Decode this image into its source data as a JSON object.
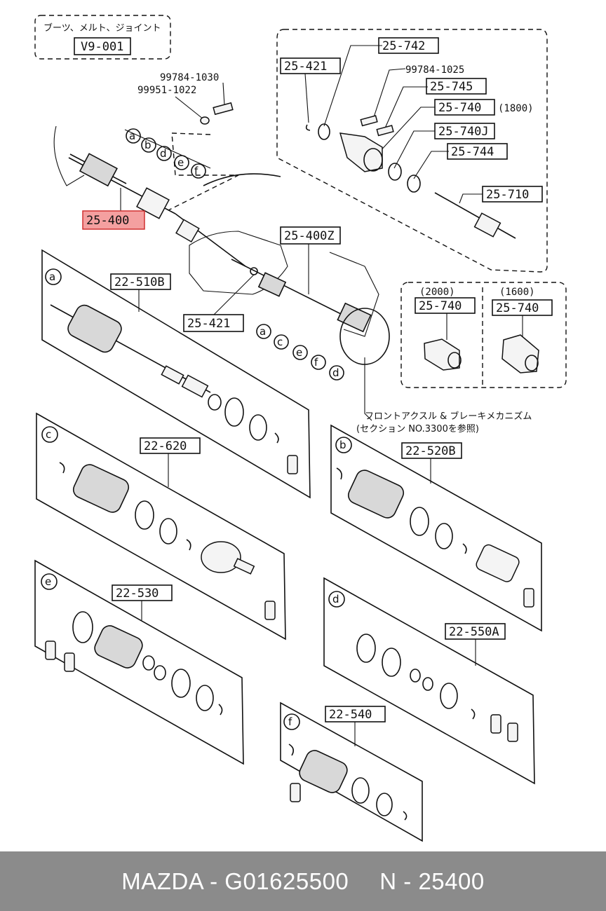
{
  "header_box": {
    "title": "ブーツ、メルト、ジョイント",
    "code": "V9-001"
  },
  "bolts": {
    "bolt_a": "99784-1030",
    "bolt_b": "99951-1022",
    "bolt_c": "99784-1025"
  },
  "labels": {
    "l_25_742": "25-742",
    "l_25_421_top": "25-421",
    "l_25_745": "25-745",
    "l_25_740": "25-740",
    "l_1800": "(1800)",
    "l_25_740J": "25-740J",
    "l_25_744": "25-744",
    "l_25_710": "25-710",
    "l_25_400": "25-400",
    "l_25_400Z": "25-400Z",
    "l_25_421_mid": "25-421",
    "l_2000": "(2000)",
    "l_1600": "(1600)",
    "l_25_740_a": "25-740",
    "l_25_740_b": "25-740",
    "l_22_510B": "22-510B",
    "l_22_620": "22-620",
    "l_22_520B": "22-520B",
    "l_22_530": "22-530",
    "l_22_550A": "22-550A",
    "l_22_540": "22-540"
  },
  "note": {
    "line1": "フロントアクスル & ブレーキメカニズム",
    "line2": "(セクション NO.3300を参照)"
  },
  "circle_letters": {
    "top": [
      "a",
      "b",
      "d",
      "e",
      "f"
    ],
    "mid": [
      "a",
      "c",
      "e",
      "f",
      "d"
    ],
    "panels": {
      "a": "a",
      "c": "c",
      "b": "b",
      "e": "e",
      "d": "d",
      "f": "f"
    }
  },
  "highlight_color": "#f4a0a0",
  "footer": {
    "left": "MAZDA - G01625500",
    "right": "N - 25400"
  }
}
